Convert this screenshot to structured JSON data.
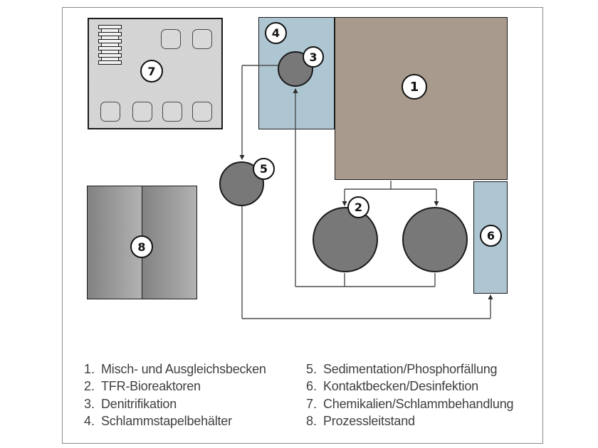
{
  "diagram": {
    "badges": {
      "b1": "1",
      "b2": "2",
      "b3": "3",
      "b4": "4",
      "b5": "5",
      "b6": "6",
      "b7": "7",
      "b8": "8"
    }
  },
  "legend": {
    "items": [
      {
        "num": "1.",
        "label": "Misch- und Ausgleichsbecken"
      },
      {
        "num": "2.",
        "label": "TFR-Bioreaktoren"
      },
      {
        "num": "3.",
        "label": "Denitrifikation"
      },
      {
        "num": "4.",
        "label": "Schlammstapelbehälter"
      },
      {
        "num": "5.",
        "label": "Sedimentation/Phosphorfällung"
      },
      {
        "num": "6.",
        "label": "Kontaktbecken/Desinfektion"
      },
      {
        "num": "7.",
        "label": "Chemikalien/Schlammbehandlung"
      },
      {
        "num": "8.",
        "label": "Prozessleitstand"
      }
    ]
  },
  "colors": {
    "basin_brown": "#a89a8c",
    "basin_blue": "#aec6d2",
    "reactor_gray": "#787878",
    "unit_hatch_gray": "#d7d7d7",
    "line_gray": "#4d4d4d",
    "text_gray": "#3f3f3f",
    "outline_black": "#1a1a1a",
    "frame_gray": "#8a8a8a"
  }
}
